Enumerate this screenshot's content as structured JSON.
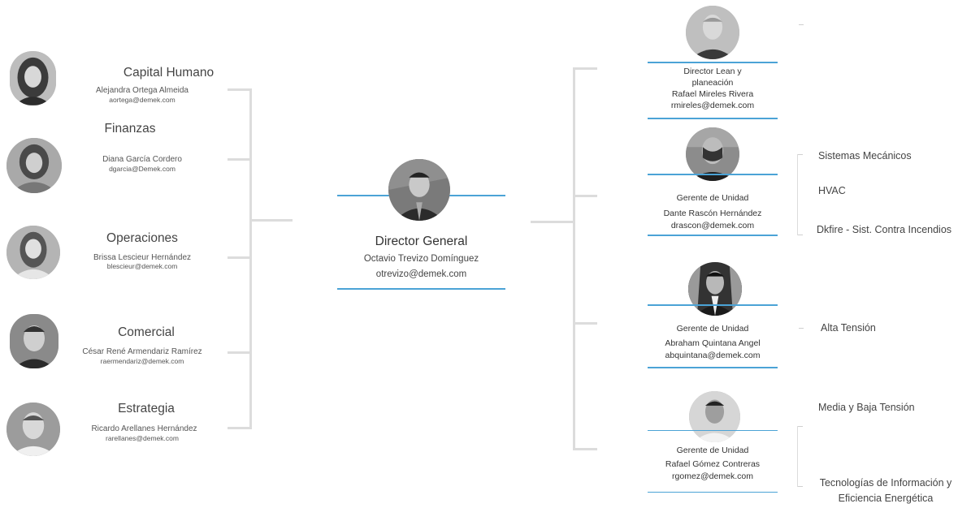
{
  "left": [
    {
      "area": "Capital Humano",
      "name": "Alejandra Ortega Almeida",
      "email": "aortega@demek.com",
      "photo_icon": "woman-portrait-photo"
    },
    {
      "area": "Finanzas",
      "name": "Diana García Cordero",
      "email": "dgarcia@Demek.com",
      "photo_icon": "woman-portrait-photo"
    },
    {
      "area": "Operaciones",
      "name": "Brissa Lescieur Hernández",
      "email": "blescieur@demek.com",
      "photo_icon": "woman-portrait-photo"
    },
    {
      "area": "Comercial",
      "name": "César René Armendariz  Ramírez",
      "email": "raermendariz@demek.com",
      "photo_icon": "man-portrait-photo"
    },
    {
      "area": "Estrategia",
      "name": "Ricardo Arellanes Hernández",
      "email": "rarellanes@demek.com",
      "photo_icon": "man-portrait-photo"
    }
  ],
  "center": {
    "role": "Director General",
    "name": "Octavio Trevizo Domínguez",
    "email": "otrevizo@demek.com",
    "photo_icon": "man-portrait-photo"
  },
  "right": [
    {
      "lines": [
        "Director Lean  y",
        "planeación",
        "Rafael Mireles Rivera"
      ],
      "email": "rmireles@demek.com",
      "photo_icon": "man-portrait-photo"
    },
    {
      "lines": [
        "Gerente de Unidad",
        "Dante Rascón Hernández"
      ],
      "email": "drascon@demek.com",
      "photo_icon": "man-portrait-photo"
    },
    {
      "lines": [
        "Gerente de Unidad",
        "Abraham Quintana Angel"
      ],
      "email": "abquintana@demek.com",
      "photo_icon": "man-portrait-photo"
    },
    {
      "lines": [
        "Gerente de Unidad",
        "Rafael Gómez Contreras"
      ],
      "email": "rgomez@demek.com",
      "photo_icon": "man-portrait-photo"
    }
  ],
  "units": {
    "dante": [
      "Sistemas Mecánicos",
      "HVAC",
      "Dkfire - Sist. Contra Incendios"
    ],
    "abraham": [
      "Alta Tensión"
    ],
    "rafael": [
      "Media y Baja Tensión",
      "Tecnologías de Información y",
      "Eficiencia Energética"
    ]
  },
  "colors": {
    "accent": "#4ba3d6",
    "connector": "#dcdcdc"
  }
}
